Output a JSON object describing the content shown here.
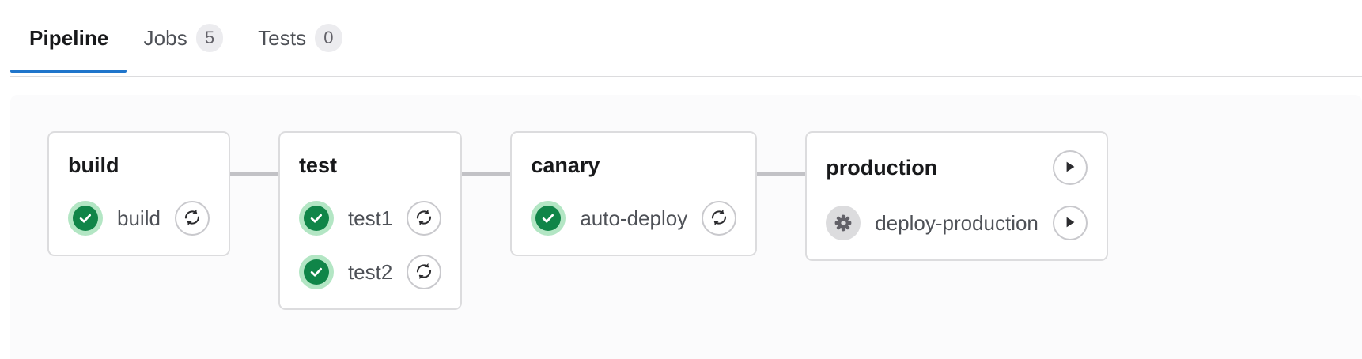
{
  "tabs": [
    {
      "label": "Pipeline",
      "badge": null,
      "active": true,
      "name": "tab-pipeline"
    },
    {
      "label": "Jobs",
      "badge": "5",
      "active": false,
      "name": "tab-jobs"
    },
    {
      "label": "Tests",
      "badge": "0",
      "active": false,
      "name": "tab-tests"
    }
  ],
  "colors": {
    "active_tab_indicator": "#1f75cb",
    "success_green": "#108548",
    "success_halo": "#b3e6c4",
    "manual_gray": "#dcdcde",
    "card_border": "#dcdcde",
    "connector": "#c2c2c6",
    "canvas_bg": "#fbfbfc",
    "badge_bg": "#ececef"
  },
  "pipeline": {
    "stages": [
      {
        "name": "build",
        "title": "build",
        "header_action": null,
        "jobs": [
          {
            "name": "build",
            "status": "success",
            "status_icon": "check-circle-icon",
            "action": "retry",
            "action_icon": "retry-icon"
          }
        ]
      },
      {
        "name": "test",
        "title": "test",
        "header_action": null,
        "jobs": [
          {
            "name": "test1",
            "status": "success",
            "status_icon": "check-circle-icon",
            "action": "retry",
            "action_icon": "retry-icon"
          },
          {
            "name": "test2",
            "status": "success",
            "status_icon": "check-circle-icon",
            "action": "retry",
            "action_icon": "retry-icon"
          }
        ]
      },
      {
        "name": "canary",
        "title": "canary",
        "header_action": null,
        "jobs": [
          {
            "name": "auto-deploy",
            "status": "success",
            "status_icon": "check-circle-icon",
            "action": "retry",
            "action_icon": "retry-icon"
          }
        ]
      },
      {
        "name": "production",
        "title": "production",
        "header_action": {
          "action": "play",
          "action_icon": "play-icon"
        },
        "jobs": [
          {
            "name": "deploy-production",
            "status": "manual",
            "status_icon": "gear-icon",
            "action": "play",
            "action_icon": "play-icon"
          }
        ]
      }
    ]
  }
}
